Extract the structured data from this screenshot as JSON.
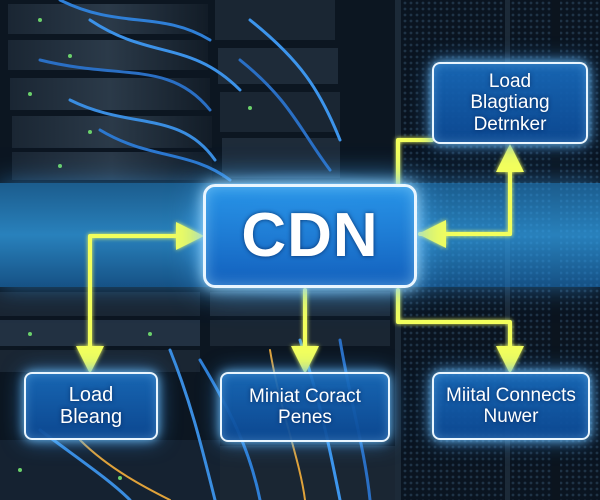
{
  "diagram": {
    "center_node": {
      "label": "CDN"
    },
    "nodes": [
      {
        "id": "top-right",
        "lines": [
          "Load",
          "Blagtiang",
          "Detrnker"
        ]
      },
      {
        "id": "bottom-left",
        "lines": [
          "Load",
          "Bleang"
        ]
      },
      {
        "id": "bottom-middle",
        "lines": [
          "Miniat Coract",
          "Penes"
        ]
      },
      {
        "id": "bottom-right",
        "lines": [
          "Miital Connects",
          "Nuwer"
        ]
      }
    ],
    "colors": {
      "node_fill": "#1268b8",
      "node_border": "#e9f6ff",
      "arrow": "#f3ff5c",
      "band": "#2e9fe8",
      "background": "#050c16"
    }
  }
}
